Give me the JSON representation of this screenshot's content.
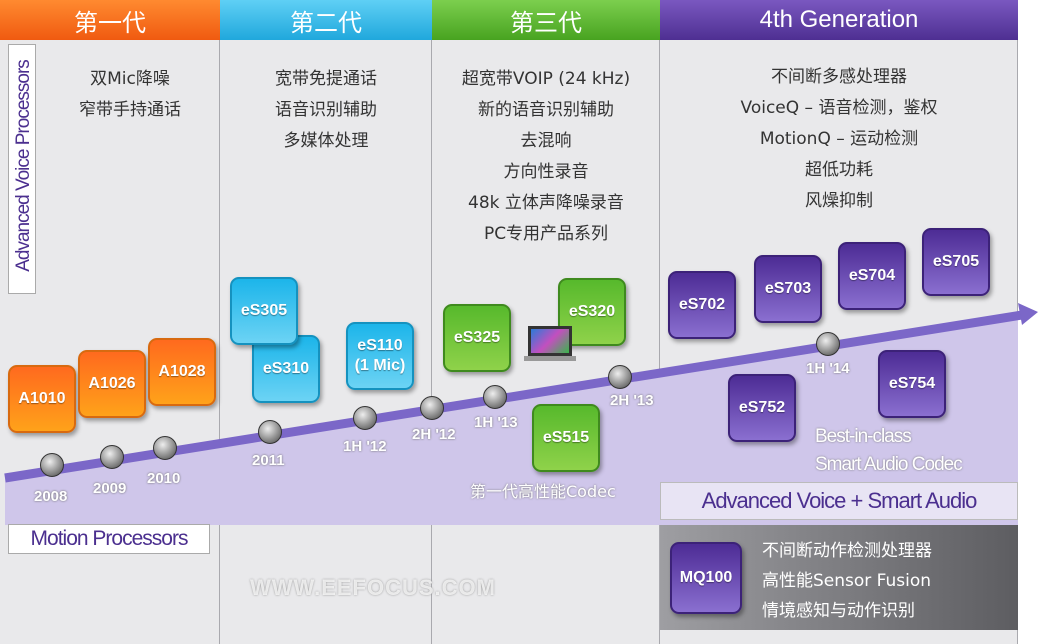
{
  "generations": [
    {
      "title": "第一代",
      "color": "#f26a1b",
      "features": [
        "双Mic降噪",
        "窄带手持通话"
      ]
    },
    {
      "title": "第二代",
      "color": "#29b6e6",
      "features": [
        "宽带免提通话",
        "语音识别辅助",
        "多媒体处理"
      ]
    },
    {
      "title": "第三代",
      "color": "#5cb531",
      "features": [
        "超宽带VOIP (24 kHz)",
        "新的语音识别辅助",
        "去混响",
        "方向性录音",
        "48k 立体声降噪录音",
        "PC专用产品系列"
      ]
    },
    {
      "title": "4th Generation",
      "color": "#5b3a9e",
      "features": [
        "不间断多感处理器",
        "VoiceQ – 语音检测，鉴权",
        "MotionQ – 运动检测",
        "超低功耗",
        "风燥抑制"
      ]
    }
  ],
  "row_labels": {
    "voice": "Advanced Voice Processors",
    "motion": "Motion Processors"
  },
  "milestones": [
    "2008",
    "2009",
    "2010",
    "2011",
    "1H '12",
    "2H '12",
    "1H '13",
    "2H '13",
    "1H '14"
  ],
  "chips": {
    "gen1": [
      "A1010",
      "A1026",
      "A1028"
    ],
    "gen2": [
      "eS305",
      "eS310",
      "eS110\n(1 Mic)"
    ],
    "gen3": [
      "eS325",
      "eS320",
      "eS515"
    ],
    "gen4": [
      "eS702",
      "eS703",
      "eS704",
      "eS705",
      "eS752",
      "eS754"
    ],
    "motion": "MQ100"
  },
  "notes": {
    "gen3_codec": "第一代高性能Codec",
    "gen4_codec_1": "Best-in-class",
    "gen4_codec_2": "Smart Audio Codec",
    "gen4_banner": "Advanced Voice + Smart Audio",
    "motion_features": [
      "不间断动作检测处理器",
      "高性能Sensor Fusion",
      "情境感知与动作识别"
    ]
  },
  "watermark": "WWW.EEFOCUS.COM"
}
